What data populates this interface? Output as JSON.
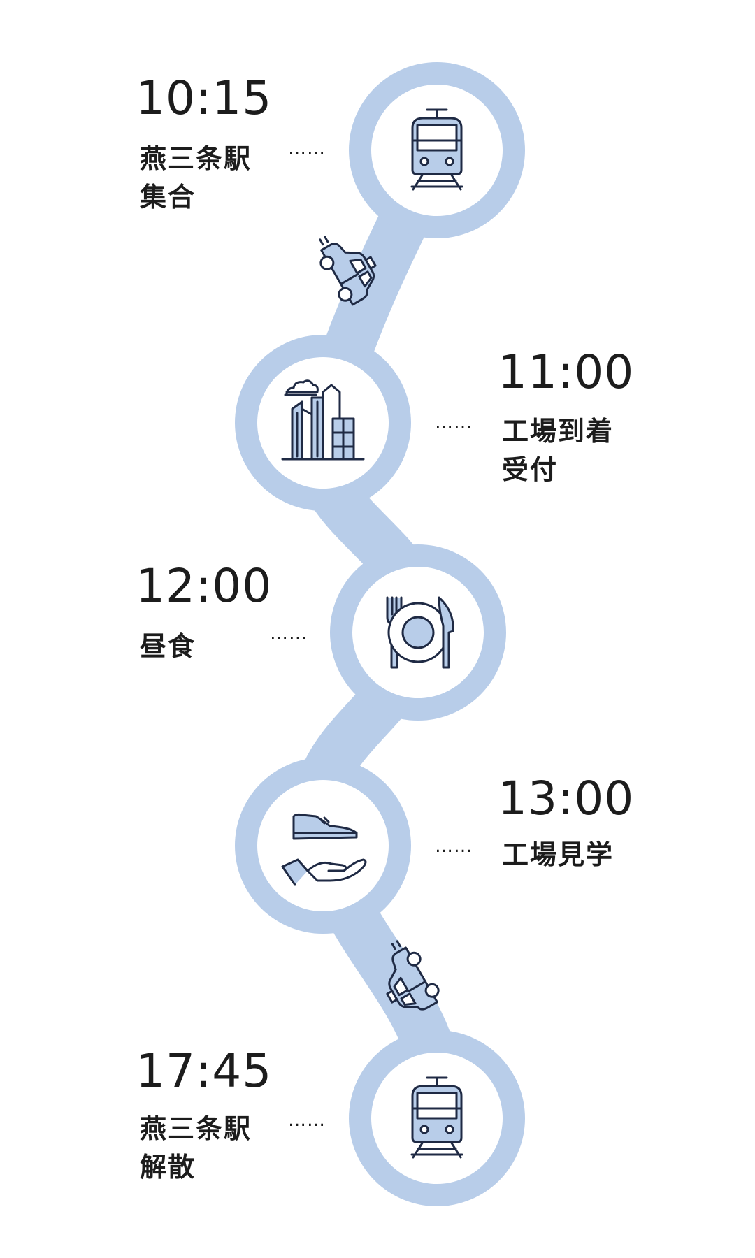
{
  "colors": {
    "path": "#b8cde9",
    "circle_fill": "#ffffff",
    "icon_fill": "#b8cde9",
    "icon_stroke": "#1f2a44",
    "text": "#1c1c1c"
  },
  "stops": [
    {
      "time": "10:15",
      "label_line1": "燕三条駅",
      "label_line2": "集合",
      "icon": "train-icon",
      "dots": "……"
    },
    {
      "time": "11:00",
      "label_line1": "工場到着",
      "label_line2": "受付",
      "icon": "factory-buildings-icon",
      "dots": "……"
    },
    {
      "time": "12:00",
      "label_line1": "昼食",
      "label_line2": "",
      "icon": "fork-plate-knife-icon",
      "dots": "……"
    },
    {
      "time": "13:00",
      "label_line1": "工場見学",
      "label_line2": "",
      "icon": "shoe-on-hand-icon",
      "dots": "……"
    },
    {
      "time": "17:45",
      "label_line1": "燕三条駅",
      "label_line2": "解散",
      "icon": "train-icon",
      "dots": "……"
    }
  ],
  "transfers": [
    {
      "icon": "taxi-icon"
    },
    {
      "icon": "taxi-icon"
    }
  ]
}
